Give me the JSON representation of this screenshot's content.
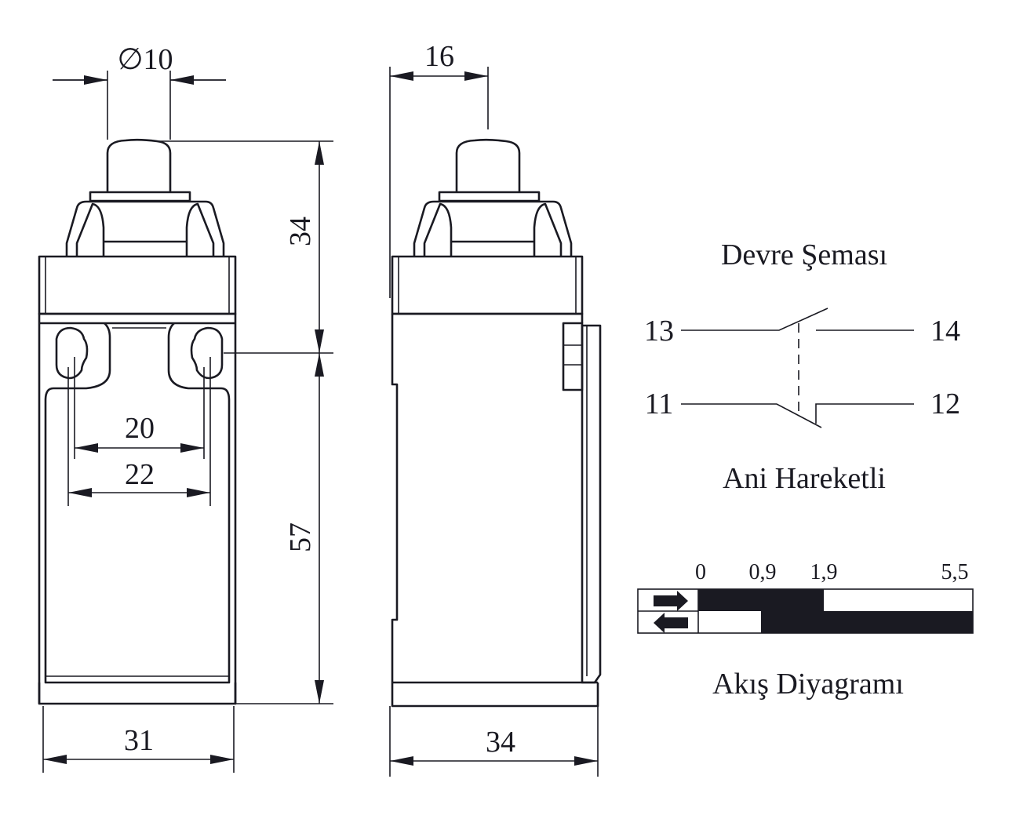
{
  "front_view": {
    "dim_plunger_diameter": "∅10",
    "dim_upper_height": "34",
    "dim_lower_height": "57",
    "dim_hole_spacing_inner": "20",
    "dim_hole_spacing_outer": "22",
    "dim_width": "31"
  },
  "side_view": {
    "dim_plunger_offset": "16",
    "dim_depth": "34"
  },
  "circuit": {
    "title": "Devre Şeması",
    "subtitle": "Ani Hareketli",
    "terminals": [
      "13",
      "14",
      "11",
      "12"
    ]
  },
  "flow_diagram": {
    "title": "Akış Diyagramı",
    "tick_labels": [
      "0",
      "0,9",
      "1,9",
      "5,5"
    ],
    "rows": [
      {
        "direction": "forward",
        "closed_from": "0",
        "closed_to": "1,9"
      },
      {
        "direction": "return",
        "closed_from": "0,9",
        "closed_to": "5,5"
      }
    ],
    "color_closed": "#1a1a22"
  }
}
